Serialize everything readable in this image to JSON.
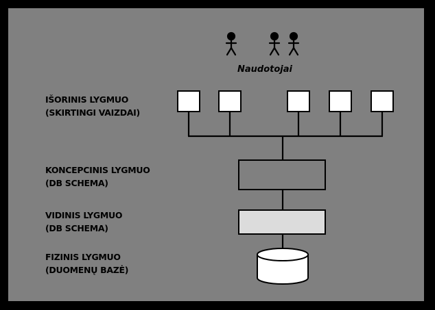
{
  "users_label": "Naudotojai",
  "levels": {
    "external": {
      "line1": "IŠORINIS LYGMUO",
      "line2": "(SKIRTINGI VAIZDAI)"
    },
    "conceptual": {
      "line1": "KONCEPCINIS LYGMUO",
      "line2": "(DB SCHEMA)"
    },
    "internal": {
      "line1": "VIDINIS LYGMUO",
      "line2": "(DB SCHEMA)"
    },
    "physical": {
      "line1": "FIZINIS LYGMUO",
      "line2": "(DUOMENŲ BAZĖ)"
    }
  },
  "colors": {
    "background": "#000000",
    "panel": "#808080",
    "box_white": "#ffffff",
    "box_gray": "#808080",
    "box_light": "#dcdcdc",
    "stroke": "#000000"
  },
  "icons": [
    "person-icon",
    "person-icon",
    "person-icon"
  ]
}
